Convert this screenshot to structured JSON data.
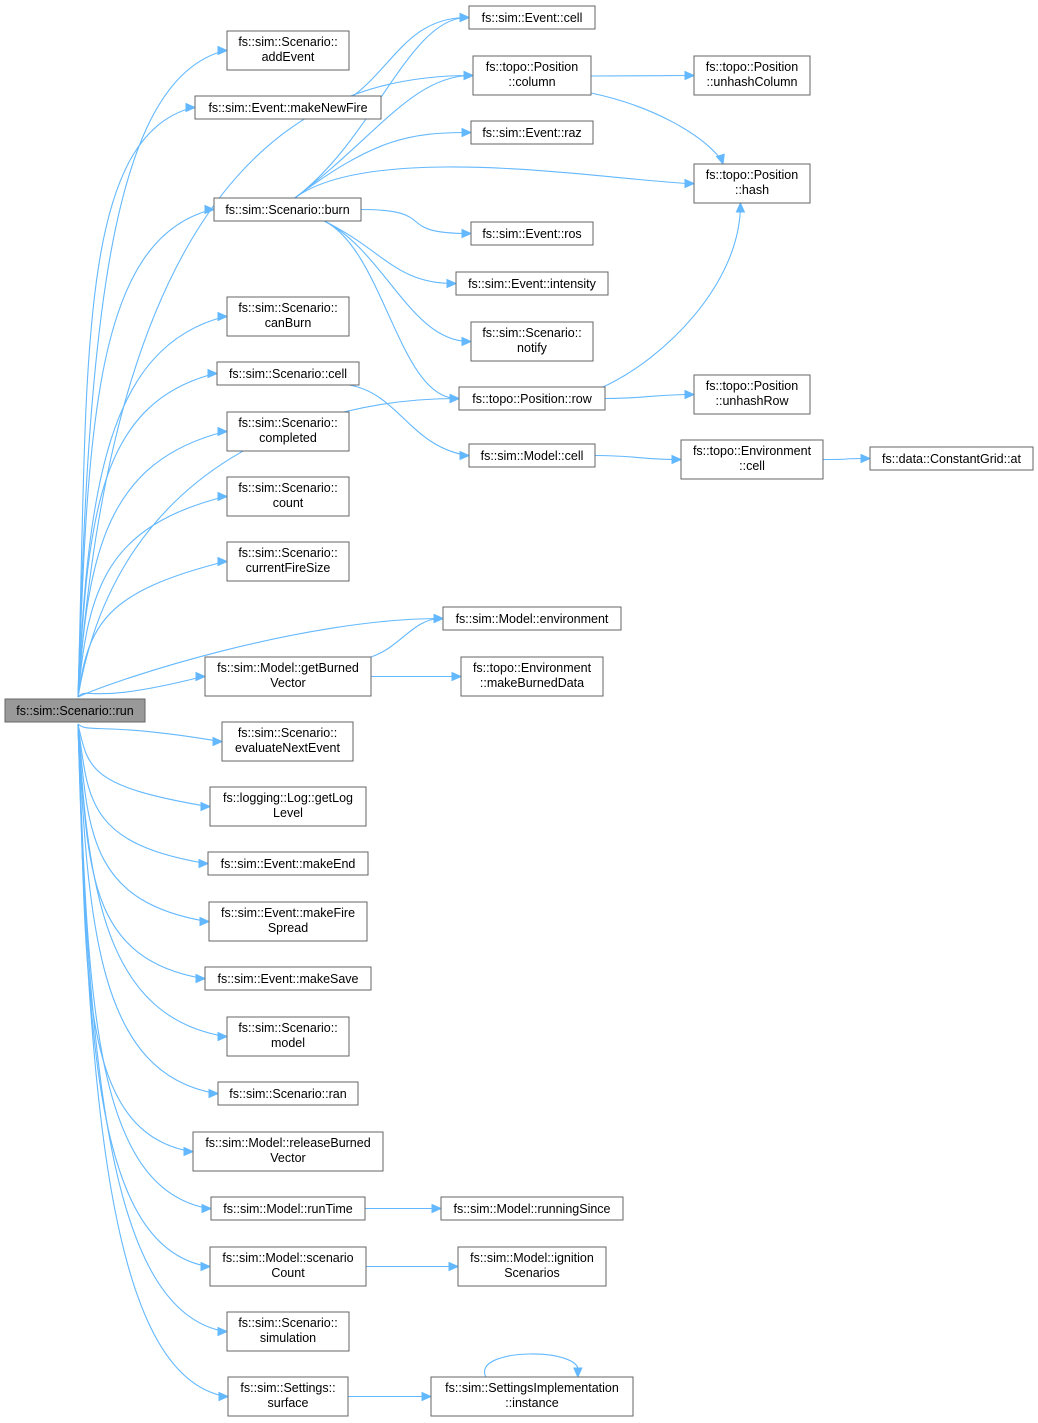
{
  "diagram": {
    "root": "run",
    "nodes": [
      {
        "id": "run",
        "lines": [
          "fs::sim::Scenario::run"
        ],
        "root": true
      },
      {
        "id": "addEvent",
        "lines": [
          "fs::sim::Scenario::",
          "addEvent"
        ]
      },
      {
        "id": "makeNewFire",
        "lines": [
          "fs::sim::Event::makeNewFire"
        ]
      },
      {
        "id": "burn",
        "lines": [
          "fs::sim::Scenario::burn"
        ]
      },
      {
        "id": "canBurn",
        "lines": [
          "fs::sim::Scenario::",
          "canBurn"
        ]
      },
      {
        "id": "scenCell",
        "lines": [
          "fs::sim::Scenario::cell"
        ]
      },
      {
        "id": "completed",
        "lines": [
          "fs::sim::Scenario::",
          "completed"
        ]
      },
      {
        "id": "count",
        "lines": [
          "fs::sim::Scenario::",
          "count"
        ]
      },
      {
        "id": "currentFireSize",
        "lines": [
          "fs::sim::Scenario::",
          "currentFireSize"
        ]
      },
      {
        "id": "getBurnedVector",
        "lines": [
          "fs::sim::Model::getBurned",
          "Vector"
        ]
      },
      {
        "id": "evaluateNextEvent",
        "lines": [
          "fs::sim::Scenario::",
          "evaluateNextEvent"
        ]
      },
      {
        "id": "getLogLevel",
        "lines": [
          "fs::logging::Log::getLog",
          "Level"
        ]
      },
      {
        "id": "makeEnd",
        "lines": [
          "fs::sim::Event::makeEnd"
        ]
      },
      {
        "id": "makeFireSpread",
        "lines": [
          "fs::sim::Event::makeFire",
          "Spread"
        ]
      },
      {
        "id": "makeSave",
        "lines": [
          "fs::sim::Event::makeSave"
        ]
      },
      {
        "id": "model",
        "lines": [
          "fs::sim::Scenario::",
          "model"
        ]
      },
      {
        "id": "ran",
        "lines": [
          "fs::sim::Scenario::ran"
        ]
      },
      {
        "id": "releaseBurnedVector",
        "lines": [
          "fs::sim::Model::releaseBurned",
          "Vector"
        ]
      },
      {
        "id": "runTime",
        "lines": [
          "fs::sim::Model::runTime"
        ]
      },
      {
        "id": "scenarioCount",
        "lines": [
          "fs::sim::Model::scenario",
          "Count"
        ]
      },
      {
        "id": "simulation",
        "lines": [
          "fs::sim::Scenario::",
          "simulation"
        ]
      },
      {
        "id": "surface",
        "lines": [
          "fs::sim::Settings::",
          "surface"
        ]
      },
      {
        "id": "eventCell",
        "lines": [
          "fs::sim::Event::cell"
        ]
      },
      {
        "id": "column",
        "lines": [
          "fs::topo::Position",
          "::column"
        ]
      },
      {
        "id": "raz",
        "lines": [
          "fs::sim::Event::raz"
        ]
      },
      {
        "id": "ros",
        "lines": [
          "fs::sim::Event::ros"
        ]
      },
      {
        "id": "intensity",
        "lines": [
          "fs::sim::Event::intensity"
        ]
      },
      {
        "id": "notify",
        "lines": [
          "fs::sim::Scenario::",
          "notify"
        ]
      },
      {
        "id": "row",
        "lines": [
          "fs::topo::Position::row"
        ]
      },
      {
        "id": "modelCell",
        "lines": [
          "fs::sim::Model::cell"
        ]
      },
      {
        "id": "environment",
        "lines": [
          "fs::sim::Model::environment"
        ]
      },
      {
        "id": "makeBurnedData",
        "lines": [
          "fs::topo::Environment",
          "::makeBurnedData"
        ]
      },
      {
        "id": "runningSince",
        "lines": [
          "fs::sim::Model::runningSince"
        ]
      },
      {
        "id": "ignitionScenarios",
        "lines": [
          "fs::sim::Model::ignition",
          "Scenarios"
        ]
      },
      {
        "id": "instance",
        "lines": [
          "fs::sim::SettingsImplementation",
          "::instance"
        ]
      },
      {
        "id": "unhashColumn",
        "lines": [
          "fs::topo::Position",
          "::unhashColumn"
        ]
      },
      {
        "id": "hash",
        "lines": [
          "fs::topo::Position",
          "::hash"
        ]
      },
      {
        "id": "unhashRow",
        "lines": [
          "fs::topo::Position",
          "::unhashRow"
        ]
      },
      {
        "id": "envCell",
        "lines": [
          "fs::topo::Environment",
          "::cell"
        ]
      },
      {
        "id": "gridAt",
        "lines": [
          "fs::data::ConstantGrid::at"
        ]
      }
    ],
    "edges": [
      [
        "run",
        "addEvent"
      ],
      [
        "run",
        "makeNewFire"
      ],
      [
        "run",
        "column"
      ],
      [
        "run",
        "burn"
      ],
      [
        "run",
        "row"
      ],
      [
        "run",
        "canBurn"
      ],
      [
        "run",
        "scenCell"
      ],
      [
        "run",
        "completed"
      ],
      [
        "run",
        "count"
      ],
      [
        "run",
        "currentFireSize"
      ],
      [
        "run",
        "environment"
      ],
      [
        "run",
        "getBurnedVector"
      ],
      [
        "run",
        "evaluateNextEvent"
      ],
      [
        "run",
        "getLogLevel"
      ],
      [
        "run",
        "makeEnd"
      ],
      [
        "run",
        "makeFireSpread"
      ],
      [
        "run",
        "makeSave"
      ],
      [
        "run",
        "model"
      ],
      [
        "run",
        "ran"
      ],
      [
        "run",
        "releaseBurnedVector"
      ],
      [
        "run",
        "runTime"
      ],
      [
        "run",
        "scenarioCount"
      ],
      [
        "run",
        "simulation"
      ],
      [
        "run",
        "surface"
      ],
      [
        "makeNewFire",
        "eventCell"
      ],
      [
        "burn",
        "eventCell"
      ],
      [
        "burn",
        "column"
      ],
      [
        "burn",
        "raz"
      ],
      [
        "burn",
        "hash"
      ],
      [
        "burn",
        "ros"
      ],
      [
        "burn",
        "intensity"
      ],
      [
        "burn",
        "notify"
      ],
      [
        "burn",
        "row"
      ],
      [
        "scenCell",
        "modelCell"
      ],
      [
        "getBurnedVector",
        "environment"
      ],
      [
        "getBurnedVector",
        "makeBurnedData"
      ],
      [
        "runTime",
        "runningSince"
      ],
      [
        "scenarioCount",
        "ignitionScenarios"
      ],
      [
        "surface",
        "instance"
      ],
      [
        "instance",
        "instance"
      ],
      [
        "column",
        "unhashColumn"
      ],
      [
        "column",
        "hash"
      ],
      [
        "row",
        "hash"
      ],
      [
        "row",
        "unhashRow"
      ],
      [
        "modelCell",
        "envCell"
      ],
      [
        "envCell",
        "gridAt"
      ]
    ]
  }
}
